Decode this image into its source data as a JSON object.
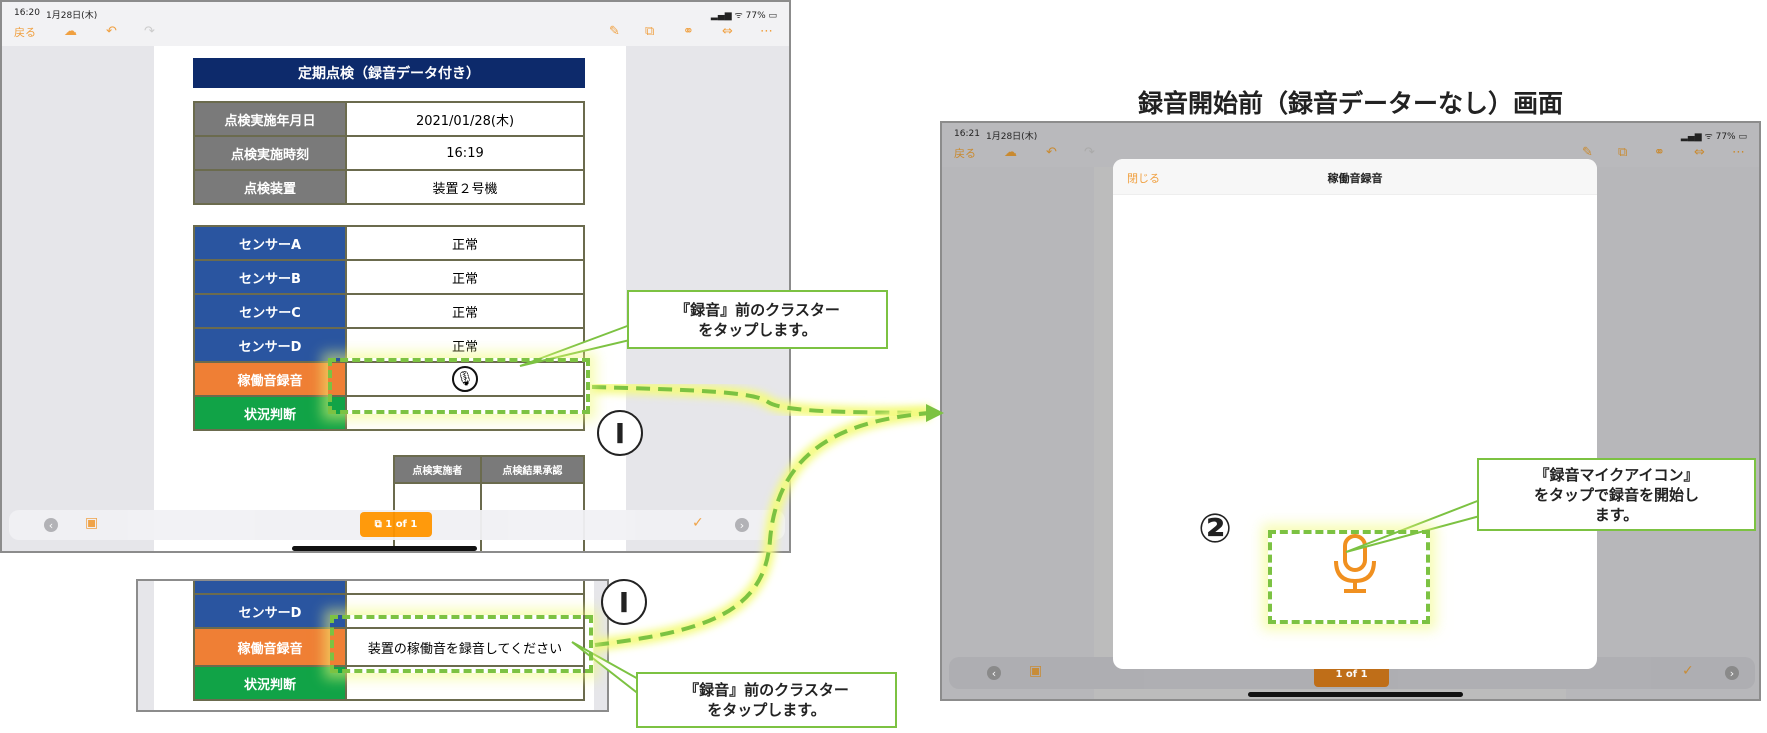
{
  "left_ipad": {
    "status_time": "16:20",
    "status_date": "1月28日(木)",
    "toolbar": {
      "back": "戻る"
    },
    "doc": {
      "title": "定期点検（録音データ付き）",
      "info_rows": [
        {
          "label": "点検実施年月日",
          "value": "2021/01/28(木)"
        },
        {
          "label": "点検実施時刻",
          "value": "16:19"
        },
        {
          "label": "点検装置",
          "value": "装置２号機"
        }
      ],
      "sensor_rows": [
        {
          "label": "センサーA",
          "value": "正常"
        },
        {
          "label": "センサーB",
          "value": "正常"
        },
        {
          "label": "センサーC",
          "value": "正常"
        },
        {
          "label": "センサーD",
          "value": "正常"
        }
      ],
      "record_label": "稼働音録音",
      "status_label": "状況判断",
      "sign_headers": [
        "点検実施者",
        "点検結果承認"
      ]
    },
    "page_indicator": "1 of 1"
  },
  "inset": {
    "rows": [
      {
        "label": "センサーD",
        "value": ""
      },
      {
        "label": "稼働音録音",
        "value": "装置の稼働音を録音してください"
      },
      {
        "label": "状況判断",
        "value": ""
      }
    ]
  },
  "callouts": {
    "c1_line1": "『録音』前のクラスター",
    "c1_line2": "をタップします。",
    "c2_line1": "『録音』前のクラスター",
    "c2_line2": "をタップします。",
    "c3_line1": "『録音マイクアイコン』",
    "c3_line2": "をタップで録音を開始し",
    "c3_line3": "ます。"
  },
  "steps": {
    "one": "Ⅰ",
    "one_b": "Ⅰ",
    "two": "②"
  },
  "heading": "録音開始前（録音データーなし）画面",
  "right_ipad": {
    "status_time": "16:21",
    "status_date": "1月28日(木)",
    "battery": "77%",
    "toolbar": {
      "back": "戻る"
    },
    "modal": {
      "close": "閉じる",
      "title": "稼働音録音"
    },
    "page_indicator": "1 of 1"
  },
  "colors": {
    "accent": "#ff9500",
    "callout_border": "#7cc242",
    "doc_title_bg": "#0d2a6b",
    "sensor_bg": "#2a55a0",
    "record_bg": "#ef7f35",
    "status_bg": "#11a347"
  }
}
